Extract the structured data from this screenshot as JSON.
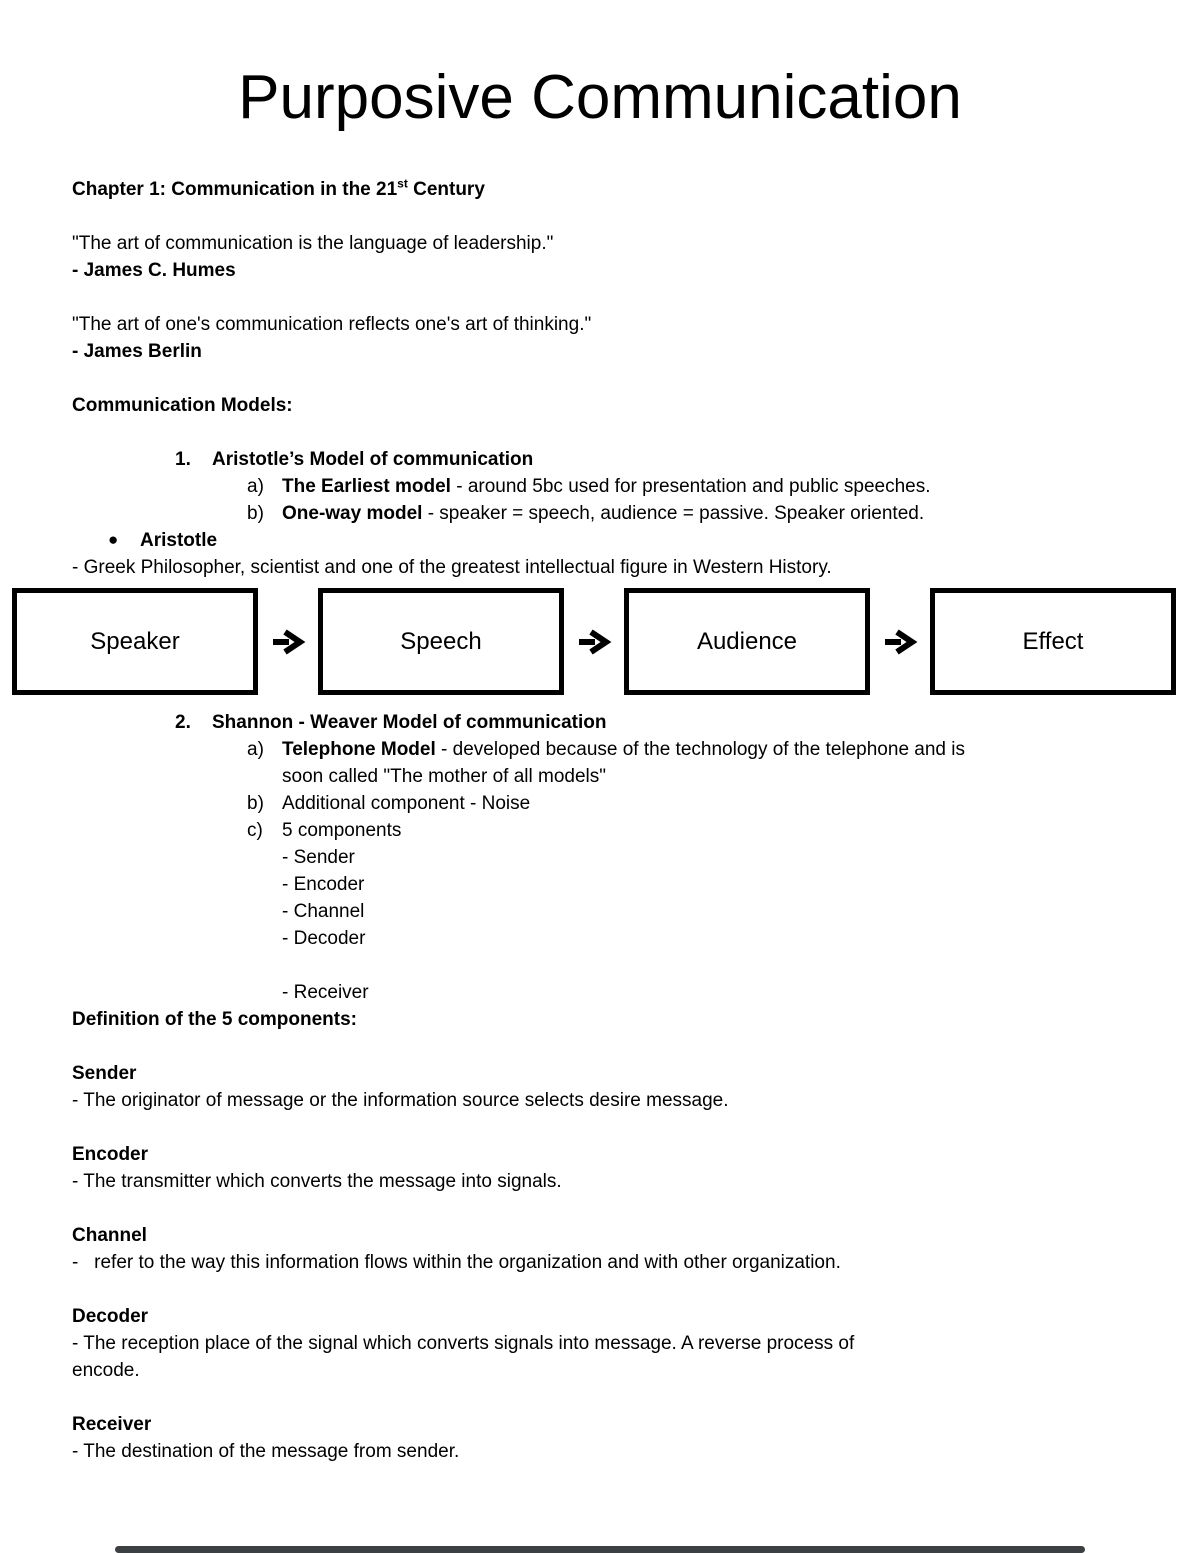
{
  "document": {
    "title": "Purposive Communication",
    "chapter": {
      "text_before_sup": "Chapter 1: Communication in the 21",
      "sup": "st",
      "text_after_sup": " Century"
    },
    "quotes": [
      {
        "text": "\"The art of communication is the language of leadership.\"",
        "attribution": "- James C. Humes"
      },
      {
        "text": "\"The art of one's communication reflects one's art of thinking.\"",
        "attribution": "- James Berlin"
      }
    ],
    "models_heading": "Communication Models:",
    "model1": {
      "number": "1.",
      "title": "Aristotle’s Model of communication",
      "item_a_marker": "a)",
      "item_a_bold": "The Earliest model",
      "item_a_text": " - around 5bc used for presentation and public speeches.",
      "item_b_marker": "b)",
      "item_b_bold": "One-way model",
      "item_b_text": " - speaker = speech, audience = passive. Speaker oriented.",
      "bullet_marker": "●",
      "bullet_label": "Aristotle",
      "bullet_description": "- Greek Philosopher, scientist and one of the greatest intellectual figure in Western History."
    },
    "diagram": {
      "boxes": [
        "Speaker",
        "Speech",
        "Audience",
        "Effect"
      ],
      "arrow_icon": "arrow-right"
    },
    "model2": {
      "number": "2.",
      "title": "Shannon - Weaver Model of communication",
      "item_a_marker": "a)",
      "item_a_bold": "Telephone Model",
      "item_a_text": " - developed because of the technology of the telephone and is\nsoon called \"The mother of all models\"",
      "item_b_marker": "b)",
      "item_b_text": "Additional component - Noise",
      "item_c_marker": "c)",
      "item_c_text": "5 components",
      "components": [
        "- Sender",
        "- Encoder",
        "- Channel",
        "- Decoder"
      ],
      "component_after_gap": "- Receiver"
    },
    "definitions_heading": "Definition of the 5 components:",
    "definitions": [
      {
        "term": "Sender",
        "description": "- The originator of message or the information source selects desire message."
      },
      {
        "term": "Encoder",
        "description": "- The transmitter which converts the message into signals."
      },
      {
        "term": "Channel",
        "description": "-   refer to the way this information flows within the organization and with other organization."
      },
      {
        "term": "Decoder",
        "description": "- The reception place of the signal which converts signals into message. A reverse process of\nencode."
      },
      {
        "term": "Receiver",
        "description": "- The destination of the message from sender."
      }
    ]
  }
}
